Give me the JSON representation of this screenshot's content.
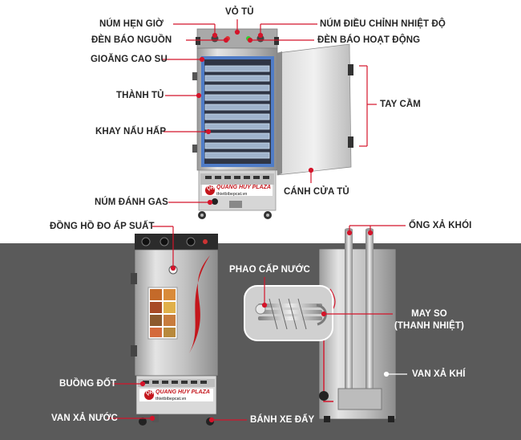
{
  "labels": {
    "num_hen_gio": "NÚM HẸN GIỜ",
    "vo_tu": "VỎ TỦ",
    "num_dieu_chinh": "NÚM ĐIỀU CHỈNH NHIỆT ĐỘ",
    "den_bao_nguon": "ĐÈN BÁO NGUỒN",
    "den_bao_hoat_dong": "ĐÈN BÁO HOẠT ĐỘNG",
    "gioang_cao_su": "GIOĂNG CAO SU",
    "thanh_tu": "THÀNH TỦ",
    "tay_cam": "TAY CẦM",
    "khay_nau_hap": "KHAY NẤU HẤP",
    "canh_cua_tu": "CÁNH CỬA TỦ",
    "num_danh_gas": "NÚM ĐÁNH GAS",
    "dong_ho": "ĐỒNG HỒ ĐO ÁP SUẤT",
    "ong_xa_khoi": "ỐNG XẢ KHÓI",
    "phao_cap_nuoc": "PHAO CẤP NƯỚC",
    "may_so_1": "MAY SO",
    "may_so_2": "(THANH NHIỆT)",
    "van_xa_khi": "VAN XẢ KHÍ",
    "buong_dot": "BUỒNG ĐỐT",
    "van_xa_nuoc": "VAN XẢ NƯỚC",
    "banh_xe_day": "BÁNH XE ĐẨY"
  },
  "brand": {
    "name": "QUANG HUY PLAZA",
    "site": "thietbibepcat.vn",
    "logo": "QH"
  },
  "colors": {
    "leader": "#d4142a",
    "steel": "#c9c9c9",
    "top_bg": "#ffffff",
    "bottom_bg": "#5a5a5a"
  }
}
